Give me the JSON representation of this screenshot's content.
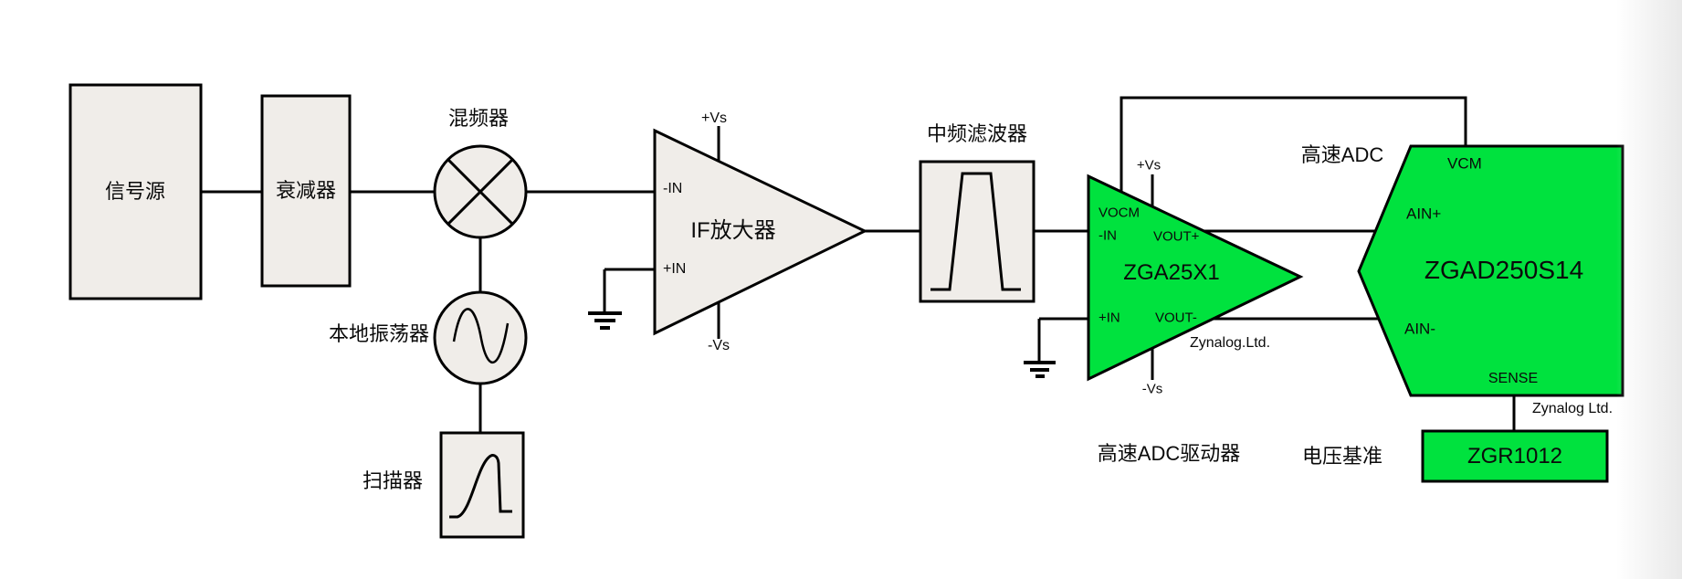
{
  "blocks": {
    "signal_source": {
      "label": "信号源"
    },
    "attenuator": {
      "label": "衰减器"
    },
    "mixer": {
      "label": "混频器"
    },
    "local_oscillator": {
      "label": "本地振荡器"
    },
    "sweeper": {
      "label": "扫描器"
    },
    "if_amplifier": {
      "label": "IF放大器",
      "pins": {
        "pos_supply": "+Vs",
        "neg_supply": "-Vs",
        "in_neg": "-IN",
        "in_pos": "+IN"
      }
    },
    "if_filter": {
      "label": "中频滤波器"
    },
    "adc_driver": {
      "part": "ZGA25X1",
      "category": "高速ADC驱动器",
      "brand": "Zynalog.Ltd.",
      "pins": {
        "vocm": "VOCM",
        "in_neg": "-IN",
        "in_pos": "+IN",
        "vout_pos": "VOUT+",
        "vout_neg": "VOUT-",
        "pos_supply": "+Vs",
        "neg_supply": "-Vs"
      }
    },
    "adc": {
      "part": "ZGAD250S14",
      "category": "高速ADC",
      "brand": "Zynalog Ltd.",
      "pins": {
        "vcm": "VCM",
        "ain_pos": "AIN+",
        "ain_neg": "AIN-",
        "sense": "SENSE"
      }
    },
    "vref": {
      "part": "ZGR1012",
      "category": "电压基准"
    }
  },
  "icons": {
    "mixer": "circle-x-mixer",
    "local_oscillator": "sine-wave",
    "sweeper": "ramp-wave",
    "if_filter": "bandpass-response",
    "ground": "earth-ground"
  },
  "colors": {
    "part_green": "#00e23e",
    "block_gray": "#f0ede9",
    "line_black": "#000000",
    "background": "#ffffff"
  }
}
